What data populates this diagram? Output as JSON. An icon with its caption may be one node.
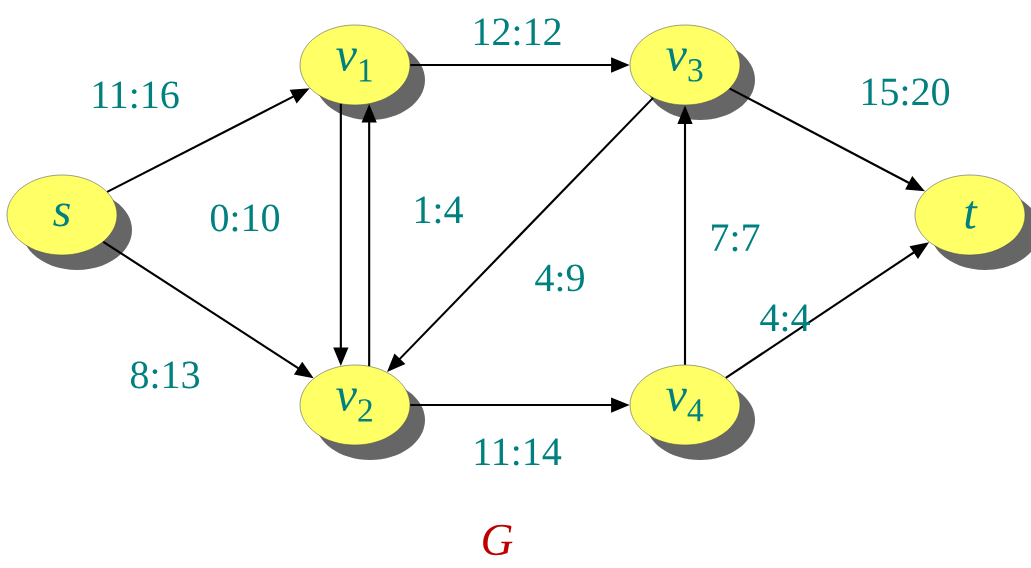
{
  "diagram": {
    "caption": "G",
    "nodes": [
      {
        "text": [
          "s"
        ]
      },
      {
        "text": [
          "*v*$_{1}$"
        ]
      },
      {
        "text": [
          "*v*$_{2}$"
        ]
      },
      {
        "text": [
          "*v*$_{3}$"
        ]
      },
      {
        "text": [
          "*v*$_{4}$"
        ]
      },
      {
        "text": [
          "t"
        ]
      }
    ],
    "edges": [
      {
        "from": 0,
        "to": 1,
        "arrow": "to",
        "label": "11:16"
      },
      {
        "from": 0,
        "to": 2,
        "arrow": "to",
        "label": "8:13"
      },
      {
        "from": 1,
        "to": 3,
        "arrow": "to",
        "label": "12:12"
      },
      {
        "from": 1,
        "to": 2,
        "arrow": "to",
        "label": "0:10"
      },
      {
        "from": 2,
        "to": 1,
        "arrow": "to",
        "label": "1:4"
      },
      {
        "from": 3,
        "to": 2,
        "arrow": "to",
        "label": "4:9"
      },
      {
        "from": 2,
        "to": 4,
        "arrow": "to",
        "label": "11:14"
      },
      {
        "from": 4,
        "to": 3,
        "arrow": "to",
        "label": "7:7"
      },
      {
        "from": 3,
        "to": 5,
        "arrow": "to",
        "label": "15:20"
      },
      {
        "from": 4,
        "to": 5,
        "arrow": "to",
        "label": "4:4"
      }
    ]
  }
}
